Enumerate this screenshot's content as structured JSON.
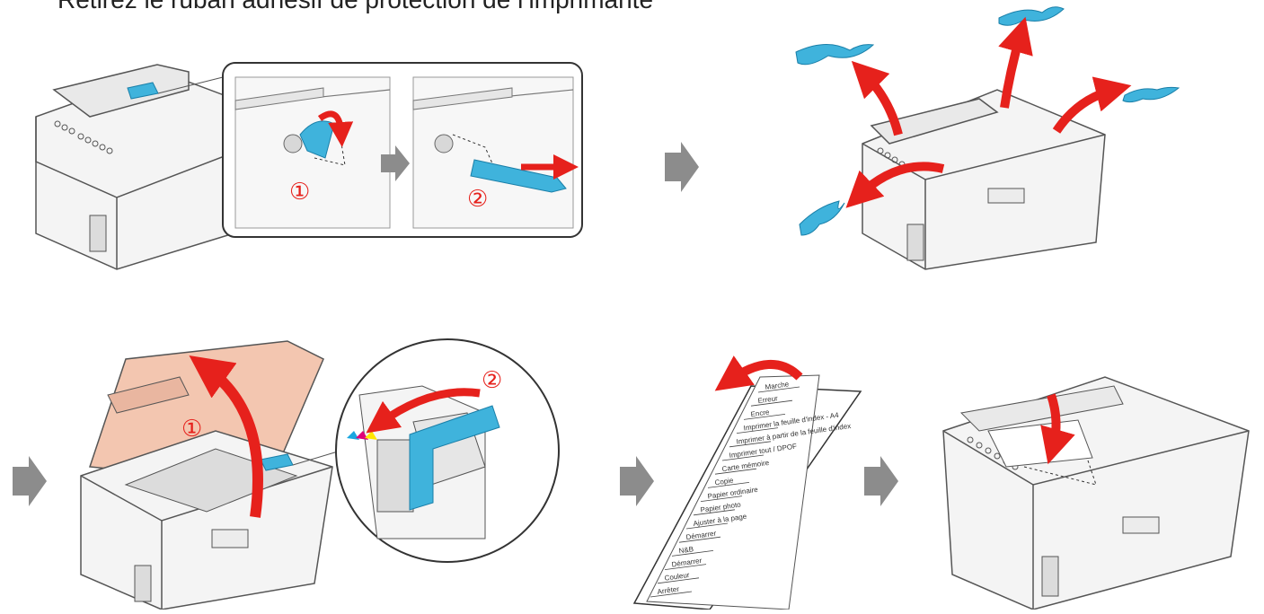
{
  "title": "Retirez le ruban adhésif de protection de l’imprimante",
  "step_markers": [
    "①",
    "②"
  ],
  "control_sticker": {
    "labels": [
      "Marche",
      "Erreur",
      "Encre",
      "Imprimer la feuille d'index - A4",
      "Imprimer à partir de la feuille d'index",
      "Imprimer tout / DPOF",
      "Carte mémoire",
      "Copie",
      "Papier ordinaire",
      "Papier photo",
      "Ajuster à la page",
      "Démarrer",
      "N&B",
      "Démarrer",
      "Couleur",
      "Arrêter"
    ]
  },
  "colors": {
    "tape": "#3fb3dc",
    "arrow": "#e6211c",
    "next_arrow": "#8c8c8c",
    "lid_highlight": "#f3c6b0",
    "line": "#555555"
  },
  "icons": [
    "next-step-arrow-icon",
    "lift-arrow-icon",
    "tape-strip-icon"
  ]
}
